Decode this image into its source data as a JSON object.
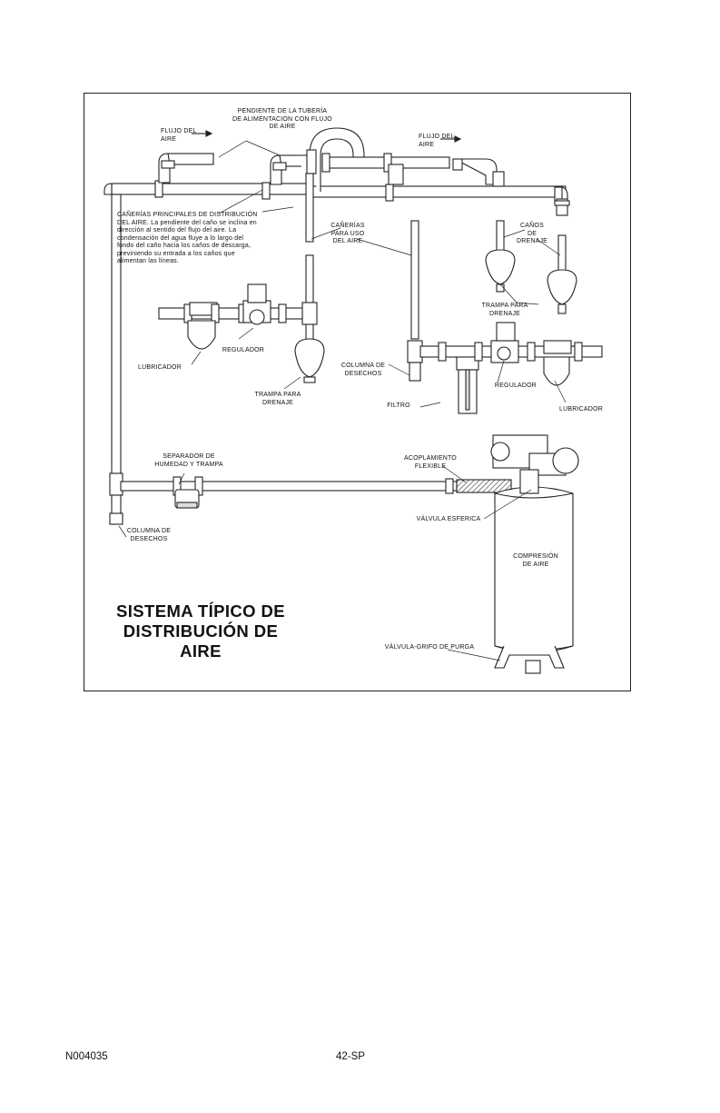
{
  "diagram": {
    "title": [
      "SISTEMA TÍPICO DE",
      "DISTRIBUCIÓN DE AIRE"
    ],
    "labels": {
      "slope": "PENDIENTE DE LA TUBERÍA\nDE ALIMENTACIÓN CON FLUJO\nDE AIRE",
      "flow_left": "FLUJO DEL\nAIRE",
      "flow_right": "FLUJO DEL\nAIRE",
      "main_pipes": "CAÑERÍAS PRINCIPALES DE DISTRIBUCIÓN\nDEL AIRE. La pendiente del caño se inclina en\ndirección al sentido del flujo del aire. La\ncondensación del agua fluye a lo largo del\nfondo del caño hacia los caños de descarga,\npreviniendo su entrada a los caños que\nalimentan las líneas.",
      "use_pipes": "CAÑERÍAS\nPARA USO\nDEL AIRE",
      "drain_pipes": "CAÑOS\nDE\nDRENAJE",
      "drain_trap_right": "TRAMPA PARA\nDRENAJE",
      "lubricator_left": "LUBRICADOR",
      "regulator_left": "REGULADOR",
      "drain_trap_left": "TRAMPA PARA\nDRENAJE",
      "waste_column_mid": "COLUMNA DE\nDESECHOS",
      "filter": "FILTRO",
      "regulator_right": "REGULADOR",
      "lubricator_right": "LUBRICADOR",
      "moisture_separator": "SEPARADOR DE\nHUMEDAD Y TRAMPA",
      "flex_coupling": "ACOPLAMIENTO\nFLEXIBLE",
      "ball_valve": "VÁLVULA ESFERICA",
      "waste_column_left": "COLUMNA DE\nDESECHOS",
      "air_compression": "COMPRESIÓN\nDE AIRE",
      "purge_valve": "VÁLVULA-GRIFO DE PURGA"
    }
  },
  "footer": {
    "code": "N004035",
    "page": "42-SP"
  },
  "colors": {
    "line": "#222222",
    "pipe_fill": "#ffffff",
    "shade": "#d8d8d8"
  }
}
